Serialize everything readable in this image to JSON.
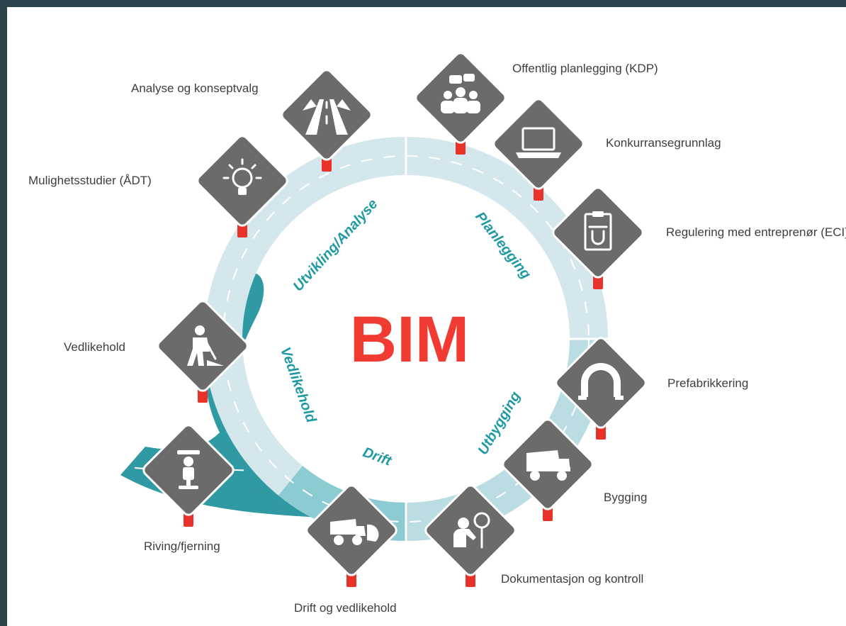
{
  "center": {
    "title": "BIM"
  },
  "stages": [
    {
      "label": "Utvikling/Analyse"
    },
    {
      "label": "Planlegging"
    },
    {
      "label": "Utbygging"
    },
    {
      "label": "Drift"
    },
    {
      "label": "Vedlikehold"
    }
  ],
  "steps": [
    {
      "label": "Mulighetsstudier (ÅDT)",
      "icon": "lightbulb-icon"
    },
    {
      "label": "Analyse og konseptvalg",
      "icon": "road-icon"
    },
    {
      "label": "Offentlig planlegging (KDP)",
      "icon": "people-chat-icon"
    },
    {
      "label": "Konkurransegrunnlag",
      "icon": "laptop-icon"
    },
    {
      "label": "Regulering med entreprenør (ECI)",
      "icon": "clipboard-magnet-icon"
    },
    {
      "label": "Prefabrikkering",
      "icon": "arch-icon"
    },
    {
      "label": "Bygging",
      "icon": "dump-truck-icon"
    },
    {
      "label": "Dokumentasjon og kontroll",
      "icon": "inspector-icon"
    },
    {
      "label": "Drift og vedlikehold",
      "icon": "snowplow-truck-icon"
    },
    {
      "label": "Riving/fjerning",
      "icon": "jackhammer-icon"
    },
    {
      "label": "Vedlikehold",
      "icon": "road-worker-icon"
    }
  ],
  "colors": {
    "accent_red": "#f13b32",
    "stage_text": "#1f9aa3",
    "ring_light": "#d3e7ec",
    "ring_mid": "#b9dde2",
    "ring_dark": "#8ccbd1",
    "road_teal": "#2f9aa3",
    "sign_gray": "#6b6b6b",
    "post_red": "#e8322a"
  }
}
